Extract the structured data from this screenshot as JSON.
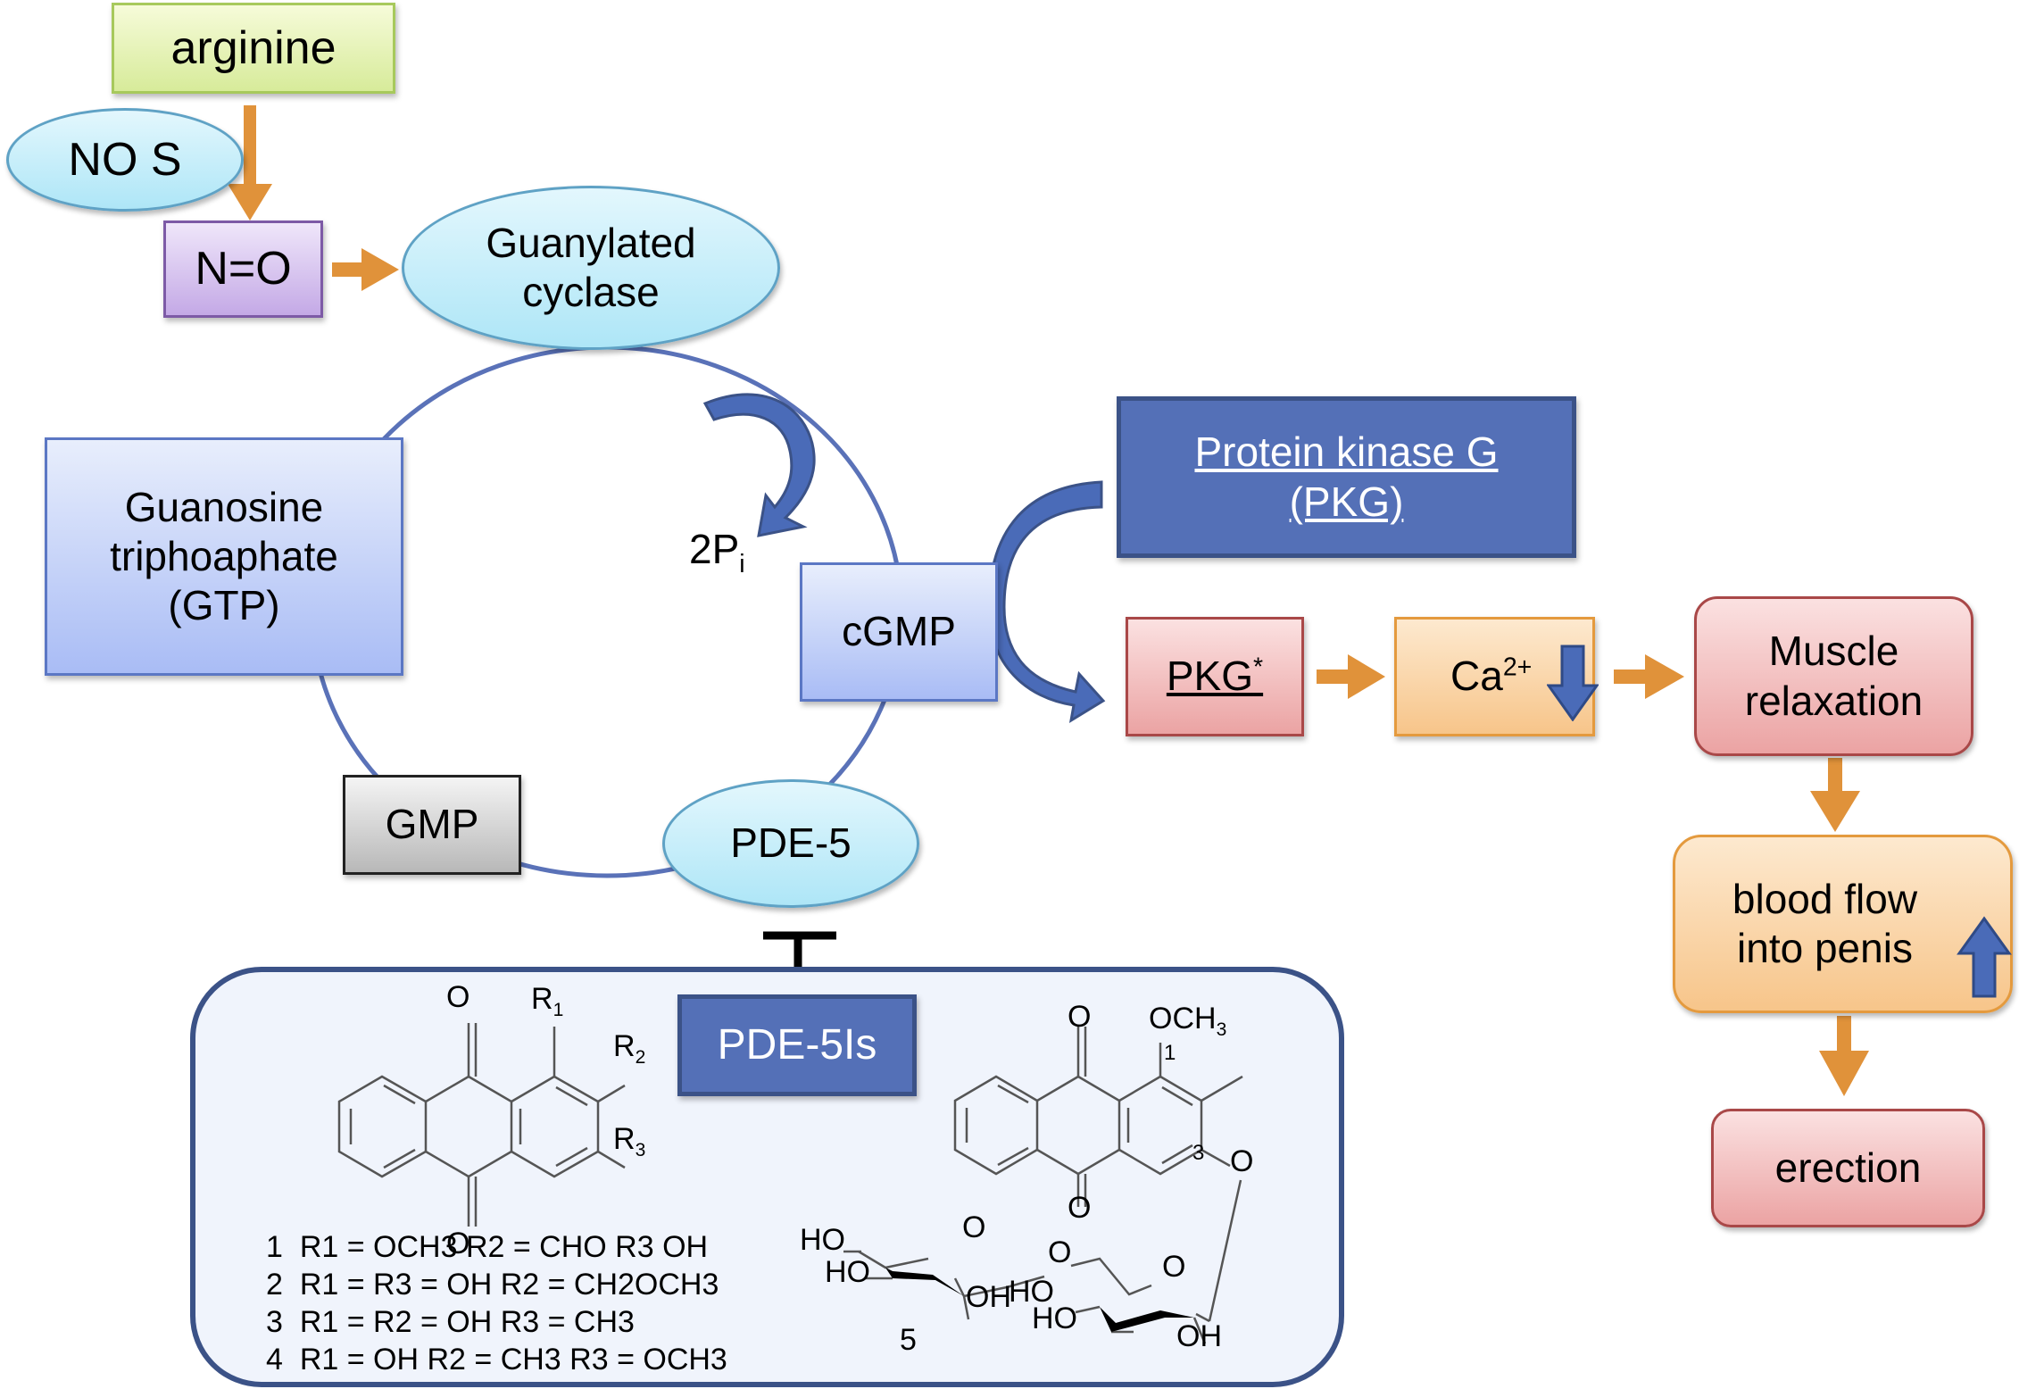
{
  "nodes": {
    "arginine": "arginine",
    "nos": "NO S",
    "nitric_oxide": "N=O",
    "guanylated_cyclase": [
      "Guanylated",
      "cyclase"
    ],
    "gtp": [
      "Guanosine",
      "triphoaphate",
      "(GTP)"
    ],
    "two_pi": {
      "base": "2P",
      "sub": "i"
    },
    "cgmp": "cGMP",
    "gmp": "GMP",
    "pde5": "PDE-5",
    "pkg": [
      "Protein kinase G",
      "(PKG)"
    ],
    "pkg_active": {
      "base": "PKG",
      "sup": "*"
    },
    "calcium": {
      "base": "Ca",
      "sup": "2+"
    },
    "muscle_relaxation": [
      "Muscle",
      "relaxation"
    ],
    "blood_flow": [
      "blood flow",
      "into penis"
    ],
    "erection": "erection",
    "pde5_inhibitors": "PDE-5Is"
  },
  "icons": {
    "calcium_trend": "arrow-down-icon",
    "blood_flow_trend": "arrow-up-icon"
  },
  "structures": {
    "general": {
      "carbonyl_top": "O",
      "carbonyl_bottom": "O",
      "r1": {
        "base": "R",
        "sub": "1"
      },
      "r2": {
        "base": "R",
        "sub": "2"
      },
      "r3": {
        "base": "R",
        "sub": "3"
      }
    },
    "compounds": [
      {
        "id": "1",
        "text": "R1 = OCH3   R2 = CHO   R3  OH"
      },
      {
        "id": "2",
        "text": "R1 = R3 = OH   R2 = CH2OCH3"
      },
      {
        "id": "3",
        "text": "R1 = R2 = OH   R3 = CH3"
      },
      {
        "id": "4",
        "text": "R1 = OH   R2 = CH3   R3 = OCH3"
      }
    ],
    "glycoside": {
      "id": "5",
      "carbonyl_top": "O",
      "carbonyl_bottom": "O",
      "substituent": {
        "base": "OCH",
        "sub": "3"
      },
      "position_1": "1",
      "position_3": "3",
      "ether_o": "O",
      "sugar_labels": [
        "HO",
        "HO",
        "O",
        "O",
        "OH",
        "HO",
        "HO",
        "O",
        "OH"
      ]
    }
  },
  "colors": {
    "arrow_orange": "#e0923a",
    "arrow_blue": "#3f5da3",
    "cycle_line": "#5a72b8",
    "pkg_fill": "#5470b7"
  }
}
